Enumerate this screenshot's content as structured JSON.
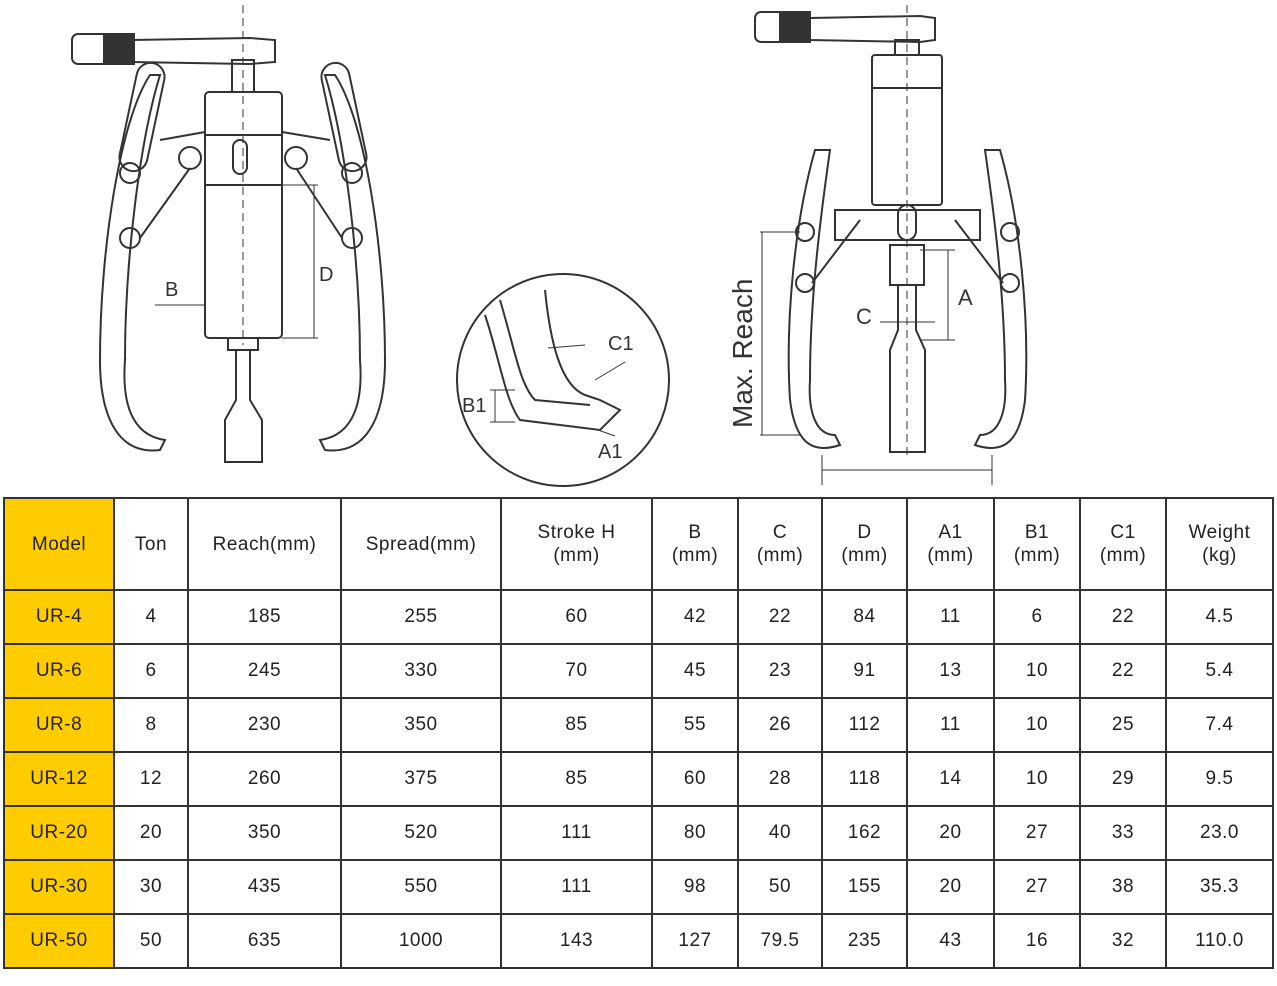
{
  "diagram": {
    "left_labels": {
      "b": "B",
      "d": "D"
    },
    "detail_labels": {
      "c1": "C1",
      "b1": "B1",
      "a1": "A1"
    },
    "right_labels": {
      "max_reach": "Max. Reach",
      "c": "C",
      "a": "A"
    }
  },
  "colors": {
    "model_column": "#ffcc00",
    "border": "#333333"
  },
  "table": {
    "headers": [
      [
        "Model"
      ],
      [
        "Ton"
      ],
      [
        "Reach(mm)"
      ],
      [
        "Spread(mm)"
      ],
      [
        "Stroke H",
        "(mm)"
      ],
      [
        "B",
        "(mm)"
      ],
      [
        "C",
        "(mm)"
      ],
      [
        "D",
        "(mm)"
      ],
      [
        "A1",
        "(mm)"
      ],
      [
        "B1",
        "(mm)"
      ],
      [
        "C1",
        "(mm)"
      ],
      [
        "Weight",
        "(kg)"
      ]
    ],
    "rows": [
      [
        "UR-4",
        "4",
        "185",
        "255",
        "60",
        "42",
        "22",
        "84",
        "11",
        "6",
        "22",
        "4.5"
      ],
      [
        "UR-6",
        "6",
        "245",
        "330",
        "70",
        "45",
        "23",
        "91",
        "13",
        "10",
        "22",
        "5.4"
      ],
      [
        "UR-8",
        "8",
        "230",
        "350",
        "85",
        "55",
        "26",
        "112",
        "11",
        "10",
        "25",
        "7.4"
      ],
      [
        "UR-12",
        "12",
        "260",
        "375",
        "85",
        "60",
        "28",
        "118",
        "14",
        "10",
        "29",
        "9.5"
      ],
      [
        "UR-20",
        "20",
        "350",
        "520",
        "111",
        "80",
        "40",
        "162",
        "20",
        "27",
        "33",
        "23.0"
      ],
      [
        "UR-30",
        "30",
        "435",
        "550",
        "111",
        "98",
        "50",
        "155",
        "20",
        "27",
        "38",
        "35.3"
      ],
      [
        "UR-50",
        "50",
        "635",
        "1000",
        "143",
        "127",
        "79.5",
        "235",
        "43",
        "16",
        "32",
        "110.0"
      ]
    ]
  }
}
